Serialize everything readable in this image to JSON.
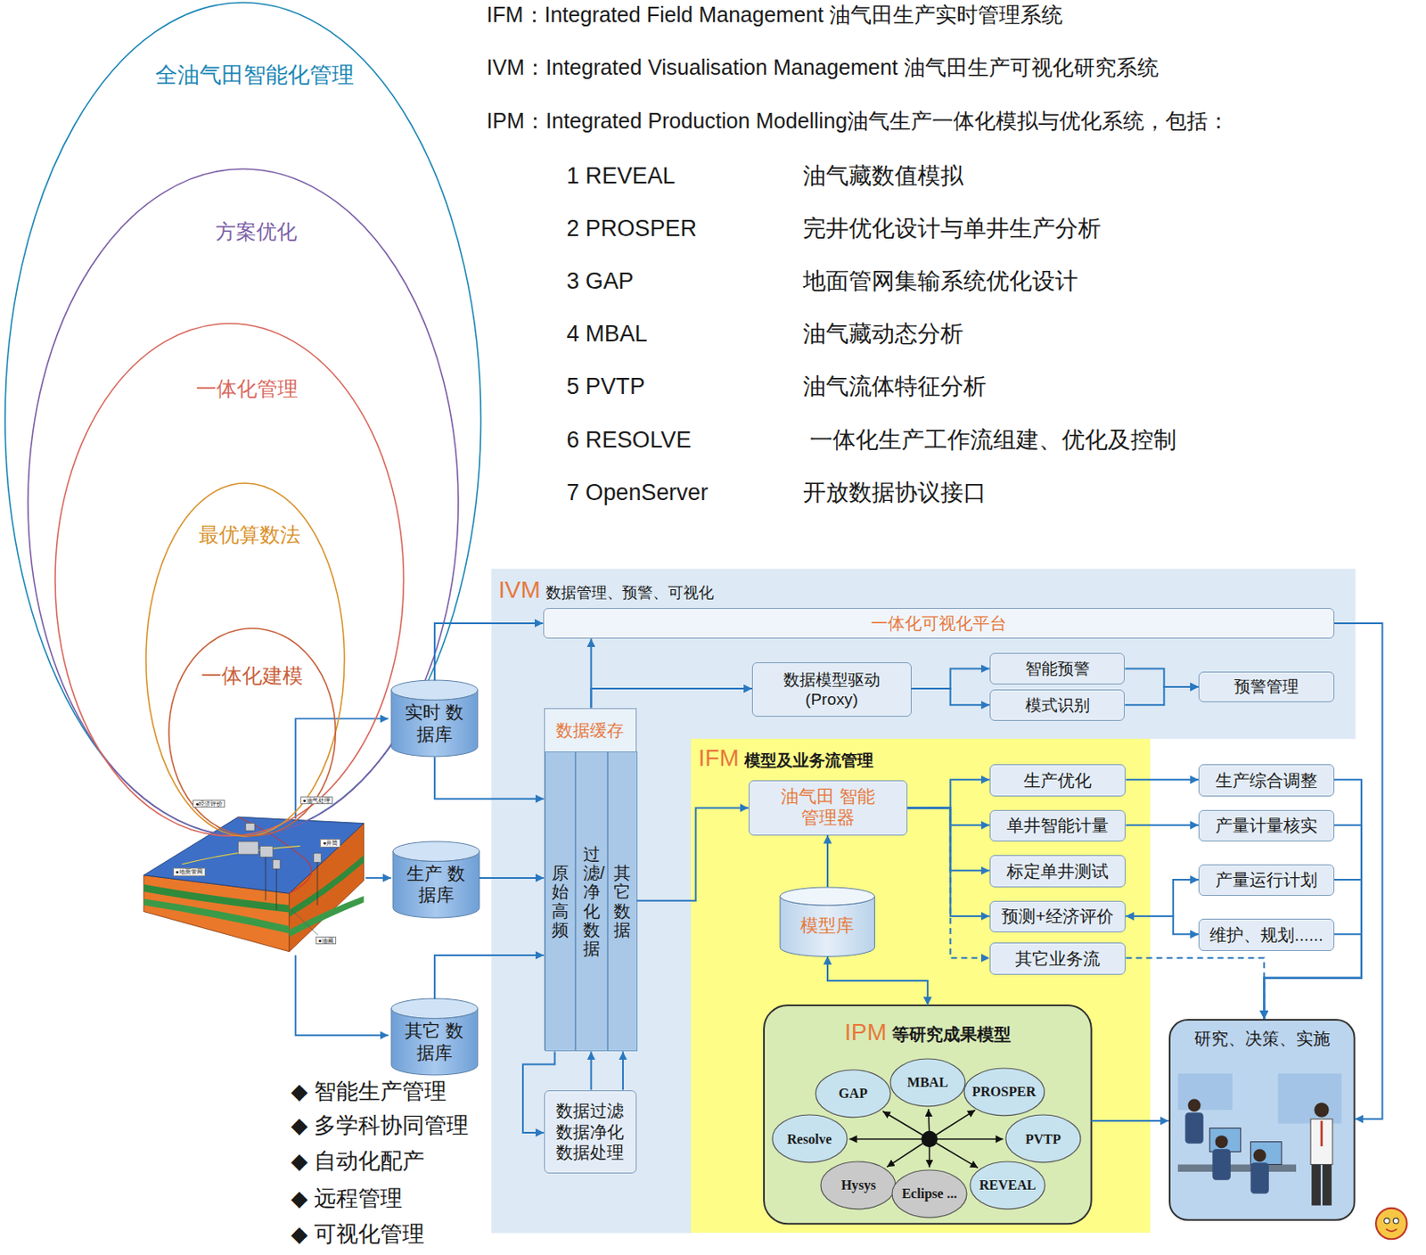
{
  "diagram": {
    "nodes": [
      {
        "text": [
          "全油气田智能化管理"
        ]
      },
      {
        "text": [
          "方案优化"
        ],
        "in": 0
      },
      {
        "text": [
          "一体化管理"
        ],
        "in": 1
      },
      {
        "text": [
          "最优算数法"
        ],
        "in": 2
      },
      {
        "text": [
          "一体化建模"
        ],
        "in": 3
      },
      {
        "text": [
          "实时 数据库"
        ]
      },
      {
        "text": [
          "生产 数据库"
        ]
      },
      {
        "text": [
          "其它 数据库"
        ]
      },
      {
        "text": [
          "IVM",
          "数据管理、预警、可视化"
        ]
      },
      {
        "text": [
          "一体化可视化平台"
        ],
        "in": 8
      },
      {
        "text": [
          "数据模型驱动 (Proxy)"
        ],
        "in": 8
      },
      {
        "text": [
          "智能预警"
        ],
        "in": 8
      },
      {
        "text": [
          "模式识别"
        ],
        "in": 8
      },
      {
        "text": [
          "预警管理"
        ],
        "in": 8
      },
      {
        "text": [
          "数据缓存"
        ],
        "in": 8
      },
      {
        "text": [
          "原始高频"
        ],
        "in": 14
      },
      {
        "text": [
          "过滤/净化数据"
        ],
        "in": 14
      },
      {
        "text": [
          "其它数据"
        ],
        "in": 14
      },
      {
        "text": [
          "数据过滤 数据净化 数据处理"
        ],
        "in": 8
      },
      {
        "text": [
          "IFM",
          "模型及业务流管理"
        ]
      },
      {
        "text": [
          "油气田 智能管理器"
        ],
        "in": 19
      },
      {
        "text": [
          "模型库"
        ],
        "in": 19
      },
      {
        "text": [
          "生产优化"
        ],
        "in": 19
      },
      {
        "text": [
          "单井智能计量"
        ],
        "in": 19
      },
      {
        "text": [
          "标定单井测试"
        ],
        "in": 19
      },
      {
        "text": [
          "预测+经济评价"
        ],
        "in": 19
      },
      {
        "text": [
          "其它业务流"
        ],
        "in": 19
      },
      {
        "text": [
          "IPM",
          "等研究成果模型"
        ],
        "in": 19
      },
      {
        "text": [
          "GAP"
        ],
        "in": 27
      },
      {
        "text": [
          "MBAL"
        ],
        "in": 27
      },
      {
        "text": [
          "PROSPER"
        ],
        "in": 27
      },
      {
        "text": [
          "Resolve"
        ],
        "in": 27
      },
      {
        "text": [
          "PVTP"
        ],
        "in": 27
      },
      {
        "text": [
          "Hysys"
        ],
        "in": 27
      },
      {
        "text": [
          "Eclipse ..."
        ],
        "in": 27
      },
      {
        "text": [
          "REVEAL"
        ],
        "in": 27
      },
      {
        "text": [
          "生产综合调整"
        ]
      },
      {
        "text": [
          "产量计量核实"
        ]
      },
      {
        "text": [
          "产量运行计划"
        ]
      },
      {
        "text": [
          "维护、规划......"
        ]
      },
      {
        "text": [
          "研究、决策、实施"
        ]
      }
    ],
    "edges": [
      {
        "from": 5,
        "to": 9,
        "arrow": "to"
      },
      {
        "from": 5,
        "to": 14,
        "arrow": "to"
      },
      {
        "from": 6,
        "to": 14,
        "arrow": "to"
      },
      {
        "from": 7,
        "to": 14,
        "arrow": "to"
      },
      {
        "from": 14,
        "to": 9,
        "arrow": "to"
      },
      {
        "from": 14,
        "to": 10,
        "arrow": "to"
      },
      {
        "from": 10,
        "to": 11,
        "arrow": "to"
      },
      {
        "from": 10,
        "to": 12,
        "arrow": "to"
      },
      {
        "from": 11,
        "to": 13,
        "arrow": "to"
      },
      {
        "from": 12,
        "to": 13,
        "arrow": "to"
      },
      {
        "from": 14,
        "to": 20,
        "arrow": "to"
      },
      {
        "from": 15,
        "to": 18,
        "arrow": "to"
      },
      {
        "from": 18,
        "to": 16,
        "arrow": "to"
      },
      {
        "from": 18,
        "to": 17,
        "arrow": "to"
      },
      {
        "from": 21,
        "to": 20,
        "arrow": "to"
      },
      {
        "from": 21,
        "to": 27,
        "arrow": "both"
      },
      {
        "from": 20,
        "to": 22,
        "arrow": "to"
      },
      {
        "from": 20,
        "to": 23,
        "arrow": "to"
      },
      {
        "from": 20,
        "to": 24,
        "arrow": "to"
      },
      {
        "from": 20,
        "to": 25,
        "arrow": "to"
      },
      {
        "from": 20,
        "to": 26,
        "arrow": "to"
      },
      {
        "from": 22,
        "to": 36,
        "arrow": "to"
      },
      {
        "from": 23,
        "to": 37,
        "arrow": "to"
      },
      {
        "from": 25,
        "to": 38,
        "arrow": "both"
      },
      {
        "from": 25,
        "to": 39,
        "arrow": "both"
      },
      {
        "from": 9,
        "to": 40,
        "arrow": "to"
      },
      {
        "from": 36,
        "to": 40,
        "arrow": "to"
      },
      {
        "from": 37,
        "to": 40,
        "arrow": "to"
      },
      {
        "from": 38,
        "to": 40,
        "arrow": "to"
      },
      {
        "from": 39,
        "to": 40,
        "arrow": "to"
      },
      {
        "from": 26,
        "to": 40,
        "arrow": "to"
      },
      {
        "from": 27,
        "to": 40,
        "arrow": "to"
      }
    ],
    "labels": [
      "IFM：Integrated Field Management 油气田生产实时管理系统",
      "IVM：Integrated Visualisation Management 油气田生产可视化研究系统",
      "IPM：Integrated Production Modelling油气生产一体化模拟与优化系统，包括：",
      "1 REVEAL",
      "油气藏数值模拟",
      "2 PROSPER",
      "完井优化设计与单井生产分析",
      "3 GAP",
      "地面管网集输系统优化设计",
      "4 MBAL",
      "油气藏动态分析",
      "5 PVTP",
      "油气流体特征分析",
      "6 RESOLVE",
      "一体化生产工作流组建、优化及控制",
      "7 OpenServer",
      "开放数据协议接口",
      "●经济评价",
      "●油气处理",
      "●井筒",
      "●地面管网",
      "●油藏",
      "◆ 智能生产管理",
      "◆ 多学科协同管理",
      "◆ 自动化配产",
      "◆ 远程管理",
      "◆ 可视化管理"
    ]
  }
}
